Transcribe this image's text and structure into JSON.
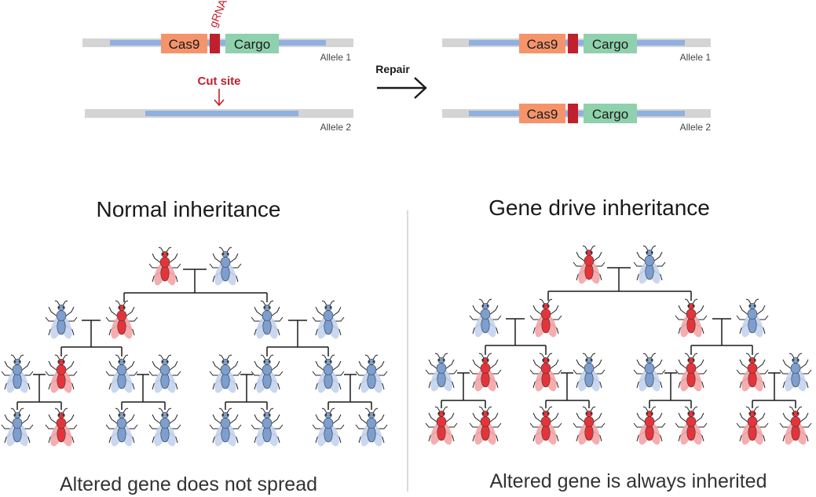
{
  "top": {
    "cas9_label": "Cas9",
    "cargo_label": "Cargo",
    "grna_label": "gRNA",
    "cut_site_label": "Cut site",
    "allele1_label": "Allele 1",
    "allele2_label": "Allele 2",
    "repair_label": "Repair"
  },
  "panels": {
    "left": {
      "title": "Normal inheritance",
      "caption": "Altered gene does not spread"
    },
    "right": {
      "title": "Gene drive inheritance",
      "caption": "Altered gene is always inherited"
    }
  },
  "colors": {
    "dna_gray": "#d4d4d4",
    "dna_blue": "#8fb0e0",
    "cas9": "#f5946b",
    "cargo": "#8fd1ad",
    "grna": "#c0202e",
    "cut_red": "#c0202e",
    "fly_blue": "#7c9fd0",
    "fly_blue_wing": "#c3d3ee",
    "fly_red": "#e4343a",
    "fly_red_wing": "#f4a4a6"
  },
  "flies": {
    "left": {
      "gen1": [
        "red",
        "blue"
      ],
      "gen2": [
        [
          "blue",
          "red"
        ],
        [
          "blue",
          "blue"
        ]
      ],
      "gen3": [
        [
          "blue",
          "red"
        ],
        [
          "blue",
          "blue"
        ],
        [
          "blue",
          "blue"
        ],
        [
          "blue",
          "blue"
        ]
      ],
      "gen4": [
        [
          "blue",
          "red"
        ],
        [
          "blue",
          "blue"
        ],
        [
          "blue",
          "blue"
        ],
        [
          "blue",
          "blue"
        ]
      ]
    },
    "right": {
      "gen1": [
        "red",
        "blue"
      ],
      "gen2": [
        [
          "blue",
          "red"
        ],
        [
          "red",
          "blue"
        ]
      ],
      "gen3": [
        [
          "blue",
          "red"
        ],
        [
          "red",
          "blue"
        ],
        [
          "blue",
          "red"
        ],
        [
          "red",
          "blue"
        ]
      ],
      "gen4": [
        [
          "red",
          "red"
        ],
        [
          "red",
          "red"
        ],
        [
          "red",
          "red"
        ],
        [
          "red",
          "red"
        ]
      ]
    }
  }
}
